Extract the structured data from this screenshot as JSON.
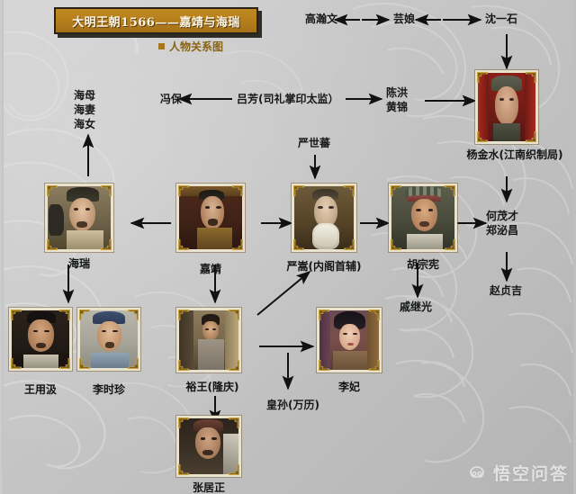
{
  "banner": {
    "title": "大明王朝1566——嘉靖与海瑞",
    "subtitle": "人物关系图"
  },
  "text_nodes": [
    {
      "id": "hai_family",
      "label": "海母\n海妻\n海女"
    },
    {
      "id": "fengbao",
      "label": "冯保"
    },
    {
      "id": "lvfang",
      "label": "吕芳(司礼掌印太监）"
    },
    {
      "id": "chenhong",
      "label": "陈洪\n黄锦"
    },
    {
      "id": "gaohanwen",
      "label": "高瀚文"
    },
    {
      "id": "yunniang",
      "label": "芸娘"
    },
    {
      "id": "shenyishi",
      "label": "沈一石"
    },
    {
      "id": "yanshifan",
      "label": "严世蕃"
    },
    {
      "id": "hemaocai",
      "label": "何茂才\n郑泌昌"
    },
    {
      "id": "zhaozhenji",
      "label": "赵贞吉"
    },
    {
      "id": "qijiguang",
      "label": "戚继光"
    },
    {
      "id": "huangsun",
      "label": "皇孙(万历)"
    }
  ],
  "portraits": [
    {
      "id": "yangjinshui",
      "caption": "杨金水(江南织制局)"
    },
    {
      "id": "hairui",
      "caption": "海瑞"
    },
    {
      "id": "jiajing",
      "caption": "嘉靖"
    },
    {
      "id": "yansong",
      "caption": "严嵩(内阁首辅)"
    },
    {
      "id": "huzongxian",
      "caption": "胡宗宪"
    },
    {
      "id": "wangyongji",
      "caption": "王用汲"
    },
    {
      "id": "lishizhen",
      "caption": "李时珍"
    },
    {
      "id": "yuwang",
      "caption": "裕王(隆庆)"
    },
    {
      "id": "lifei",
      "caption": "李妃"
    },
    {
      "id": "zhangjuzheng",
      "caption": "张居正"
    }
  ],
  "watermark": {
    "text": "悟空问答"
  },
  "colors": {
    "banner_gold": "#b8801c",
    "banner_border": "#2a2118",
    "subtitle_gold": "#8a6415",
    "frame_cream": "#e9e2cf",
    "frame_corner": "#c9a440",
    "arrow": "#111111",
    "text": "#16181a",
    "background": "#c6c6c6"
  }
}
